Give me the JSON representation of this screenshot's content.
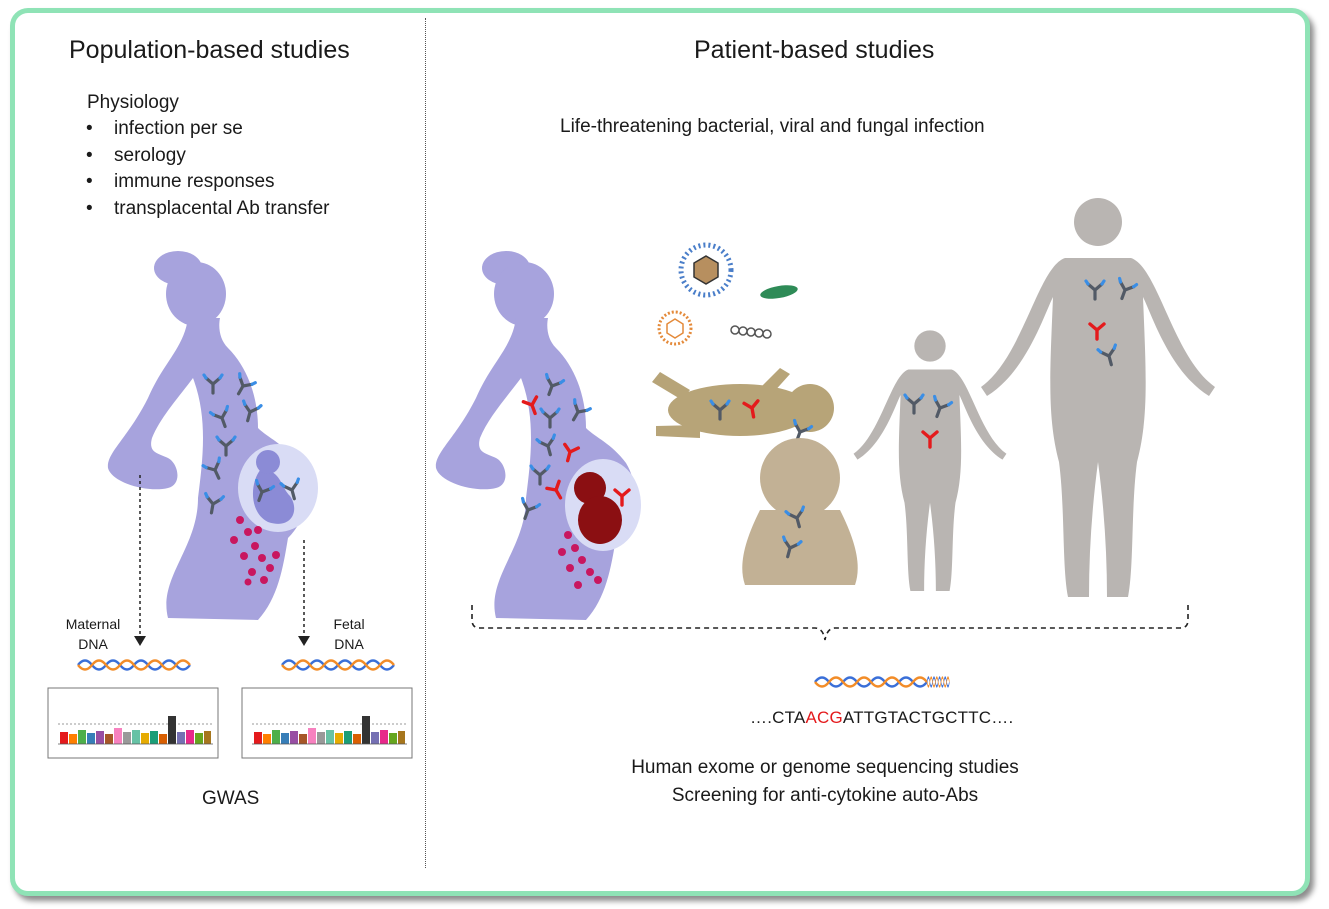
{
  "left": {
    "heading": "Population-based studies",
    "physiology": "Physiology",
    "bullets": [
      "infection per se",
      "serology",
      "immune responses",
      "transplacental Ab transfer"
    ],
    "maternal_dna": [
      "Maternal",
      "DNA"
    ],
    "fetal_dna": [
      "Fetal",
      "DNA"
    ],
    "gwas": "GWAS"
  },
  "right": {
    "heading": "Patient-based studies",
    "subtitle": "Life-threatening bacterial, viral and fungal infection",
    "sequence": {
      "prefix": "….CTA",
      "highlight": "ACG",
      "suffix": "ATTGTACTGCTTC…."
    },
    "line1": "Human exome or genome sequencing studies",
    "line2": "Screening for anti-cytokine auto-Abs"
  },
  "colors": {
    "border": "#8fe3b6",
    "pregnant": "#a7a3dd",
    "fetus": "#8b8bd6",
    "placenta": "#c8175f",
    "antibody": "#525a66",
    "antibody_tip": "#3a8ee6",
    "antibody_red": "#e41a1c",
    "baby": "#b7a478",
    "sitting_baby": "#c2b195",
    "human_gray": "#b9b5b2",
    "bacterium": "#2e8b57"
  }
}
